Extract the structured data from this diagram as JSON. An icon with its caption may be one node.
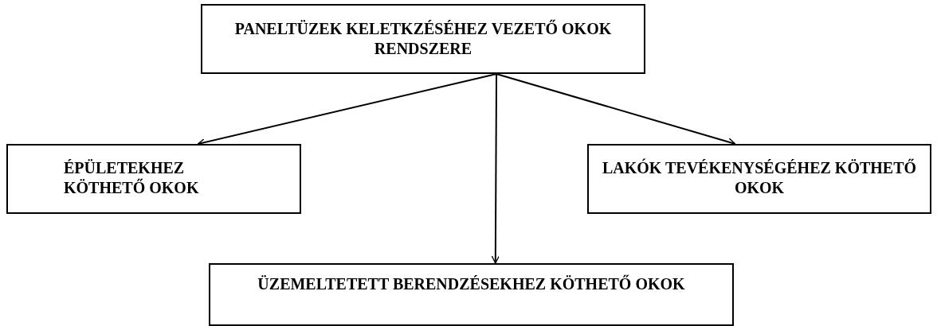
{
  "diagram": {
    "nodes": [
      {
        "text": [
          "PANELTÜZEK KELETKZÉSÉHEZ VEZETŐ OKOK RENDSZERE"
        ]
      },
      {
        "text": [
          "ÉPÜLETEKHEZ KÖTHETŐ OKOK"
        ]
      },
      {
        "text": [
          "LAKÓK TEVÉKENYSÉGÉHEZ KÖTHETŐ OKOK"
        ]
      },
      {
        "text": [
          "ÜZEMELTETETT BERENDZÉSEKHEZ KÖTHETŐ OKOK"
        ]
      }
    ],
    "edges": [
      {
        "from": 0,
        "to": 1,
        "arrow": "to"
      },
      {
        "from": 0,
        "to": 3,
        "arrow": "to"
      },
      {
        "from": 0,
        "to": 2,
        "arrow": "to"
      }
    ]
  }
}
